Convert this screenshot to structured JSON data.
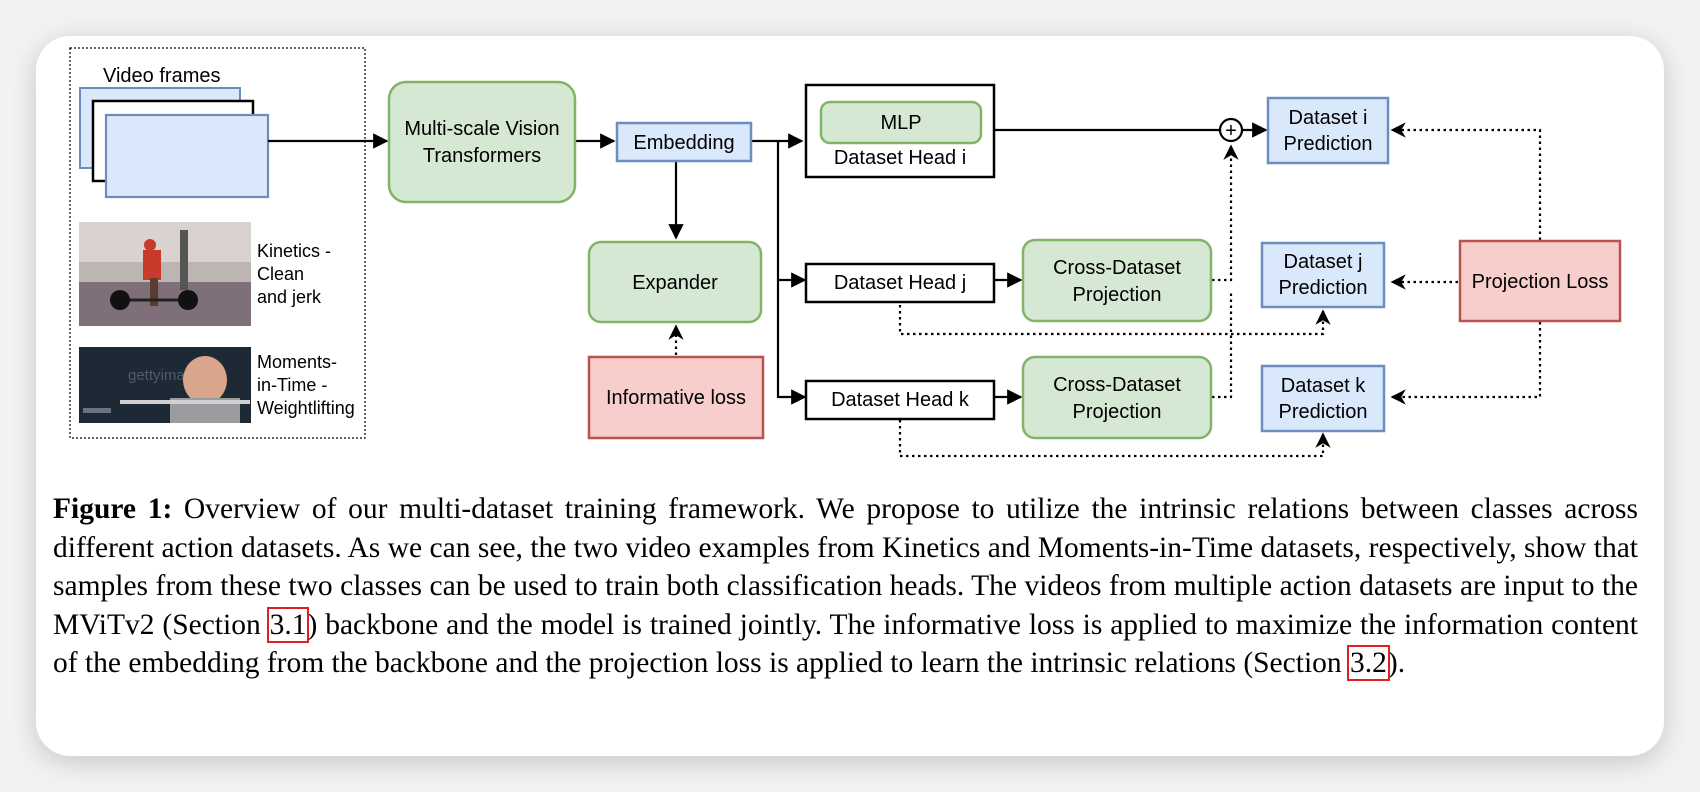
{
  "diagram": {
    "video_frames_label": "Video frames",
    "kinetics_label": [
      "Kinetics -",
      "Clean",
      "and jerk"
    ],
    "moments_label": [
      "Moments-",
      "in-Time -",
      "Weightlifting"
    ],
    "thumbnail_watermark": "gettyimages",
    "nodes": {
      "mvit": [
        "Multi-scale Vision",
        "Transformers"
      ],
      "embedding": "Embedding",
      "expander": "Expander",
      "informative_loss": "Informative loss",
      "mlp": "MLP",
      "head_i": "Dataset Head i",
      "head_j": "Dataset Head j",
      "head_k": "Dataset Head k",
      "cross_j": [
        "Cross-Dataset",
        "Projection"
      ],
      "cross_k": [
        "Cross-Dataset",
        "Projection"
      ],
      "pred_i": [
        "Dataset i",
        "Prediction"
      ],
      "pred_j": [
        "Dataset j",
        "Prediction"
      ],
      "pred_k": [
        "Dataset k",
        "Prediction"
      ],
      "projection_loss": "Projection Loss",
      "sum": "+"
    },
    "colors": {
      "blue_fill": "#dae8fc",
      "blue_stroke": "#6c8ebf",
      "green_fill": "#d5e8d4",
      "green_stroke": "#82b366",
      "red_fill": "#f8cecc",
      "red_stroke": "#b85450"
    }
  },
  "caption": {
    "label": "Figure 1:",
    "text_1": " Overview of our multi-dataset training framework.  We propose to utilize the intrinsic relations between classes across different action datasets.  As we can see, the two video examples from Kinetics and Moments-in-Time datasets, respectively, show that samples from these two classes can be used to train both classification heads. The videos from multiple action datasets are input to the MViTv2 (Section ",
    "ref_1": "3.1",
    "text_2": ") backbone and the model is trained jointly.  The informative loss is applied to maximize the information content of the embedding from the backbone and the projection loss is applied to learn the intrinsic relations (Section ",
    "ref_2": "3.2",
    "text_3": ")."
  }
}
